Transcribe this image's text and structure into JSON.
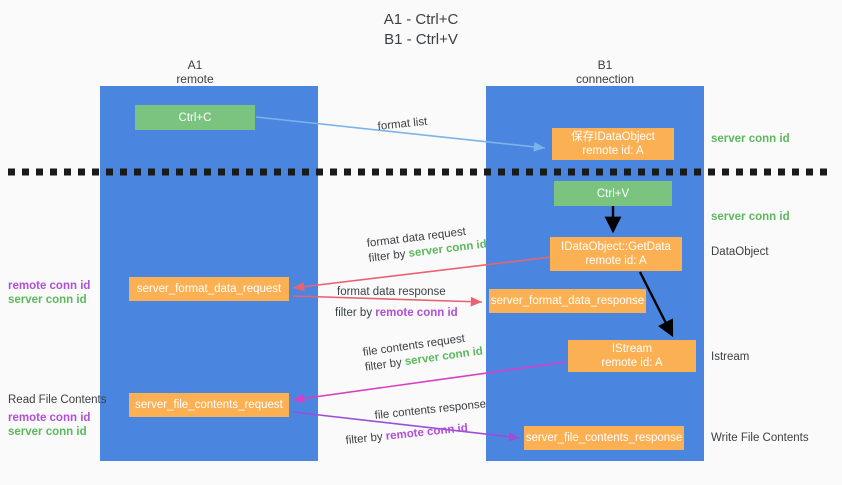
{
  "title": {
    "line1": "A1 - Ctrl+C",
    "line2": "B1 - Ctrl+V"
  },
  "columns": [
    {
      "name": "A1",
      "sub": "remote"
    },
    {
      "name": "B1",
      "sub": "connection"
    }
  ],
  "colors": {
    "column": "#4a86e0",
    "green_box": "#7ac47f",
    "orange_box": "#fcb054",
    "server_conn": "#5cb85c",
    "remote_conn": "#b14fd8",
    "blue_arrow": "#7cb3e8",
    "red_arrow": "#e8636f",
    "magenta_arrow": "#d93fc4",
    "purple_arrow": "#9b4fd8",
    "black_arrow": "#000000",
    "divider": "#1a1a1a"
  },
  "boxes": {
    "ctrl_c": {
      "label": "Ctrl+C"
    },
    "ctrl_v": {
      "label": "Ctrl+V"
    },
    "save_dataobject": {
      "line1": "保存IDataObject",
      "line2": "remote id: A"
    },
    "getdata": {
      "line1": "IDataObject::GetData",
      "line2": "remote id: A"
    },
    "istream": {
      "line1": "IStream",
      "line2": "remote id: A"
    },
    "fmt_req": {
      "label": "server_format_data_request"
    },
    "fmt_resp": {
      "label": "server_format_data_response"
    },
    "file_req": {
      "label": "server_file_contents_request"
    },
    "file_resp": {
      "label": "server_file_contents_response"
    }
  },
  "right_labels": {
    "server_conn_1": "server conn id",
    "server_conn_2": "server conn id",
    "dataobject": "DataObject",
    "istream": "Istream",
    "write_file": "Write File Contents"
  },
  "left_labels": {
    "remote_conn_1": "remote conn id",
    "server_conn_1": "server conn id",
    "read_file": "Read File Contents",
    "remote_conn_2": "remote conn id",
    "server_conn_2": "server conn id"
  },
  "edges": {
    "format_list": "format list",
    "fmt_data_request": "format data request",
    "fmt_data_request_filter_pre": "filter by ",
    "fmt_data_request_filter_key": "server conn id",
    "fmt_data_response": "format data response",
    "fmt_data_response_filter_pre": "filter by ",
    "fmt_data_response_filter_key": "remote conn id",
    "file_contents_request": "file contents request",
    "file_contents_request_filter_pre": "filter by ",
    "file_contents_request_filter_key": "server conn id",
    "file_contents_response": "file contents response",
    "file_contents_response_filter_pre": "filter by ",
    "file_contents_response_filter_key": "remote conn id"
  }
}
